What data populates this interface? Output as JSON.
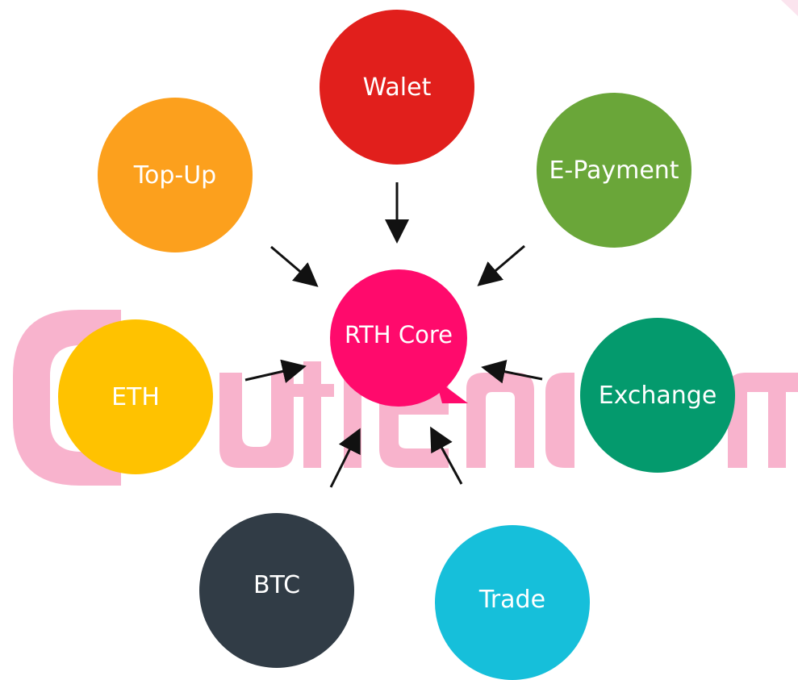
{
  "diagram": {
    "center": {
      "label": "RTH Core",
      "color": "#ff0a6c"
    },
    "nodes": [
      {
        "id": "walet",
        "label": "Walet",
        "color": "#e11f1c"
      },
      {
        "id": "topup",
        "label": "Top-Up",
        "color": "#fca01d"
      },
      {
        "id": "epayment",
        "label": "E-Payment",
        "color": "#6aa639"
      },
      {
        "id": "eth",
        "label": "ETH",
        "color": "#ffc200"
      },
      {
        "id": "exchange",
        "label": "Exchange",
        "color": "#049a6d"
      },
      {
        "id": "btc",
        "label": "BTC",
        "color": "#313c46"
      },
      {
        "id": "trade",
        "label": "Trade",
        "color": "#16bfda"
      }
    ],
    "arrow_color": "#111111",
    "watermark_color": "#f7a6c4"
  }
}
